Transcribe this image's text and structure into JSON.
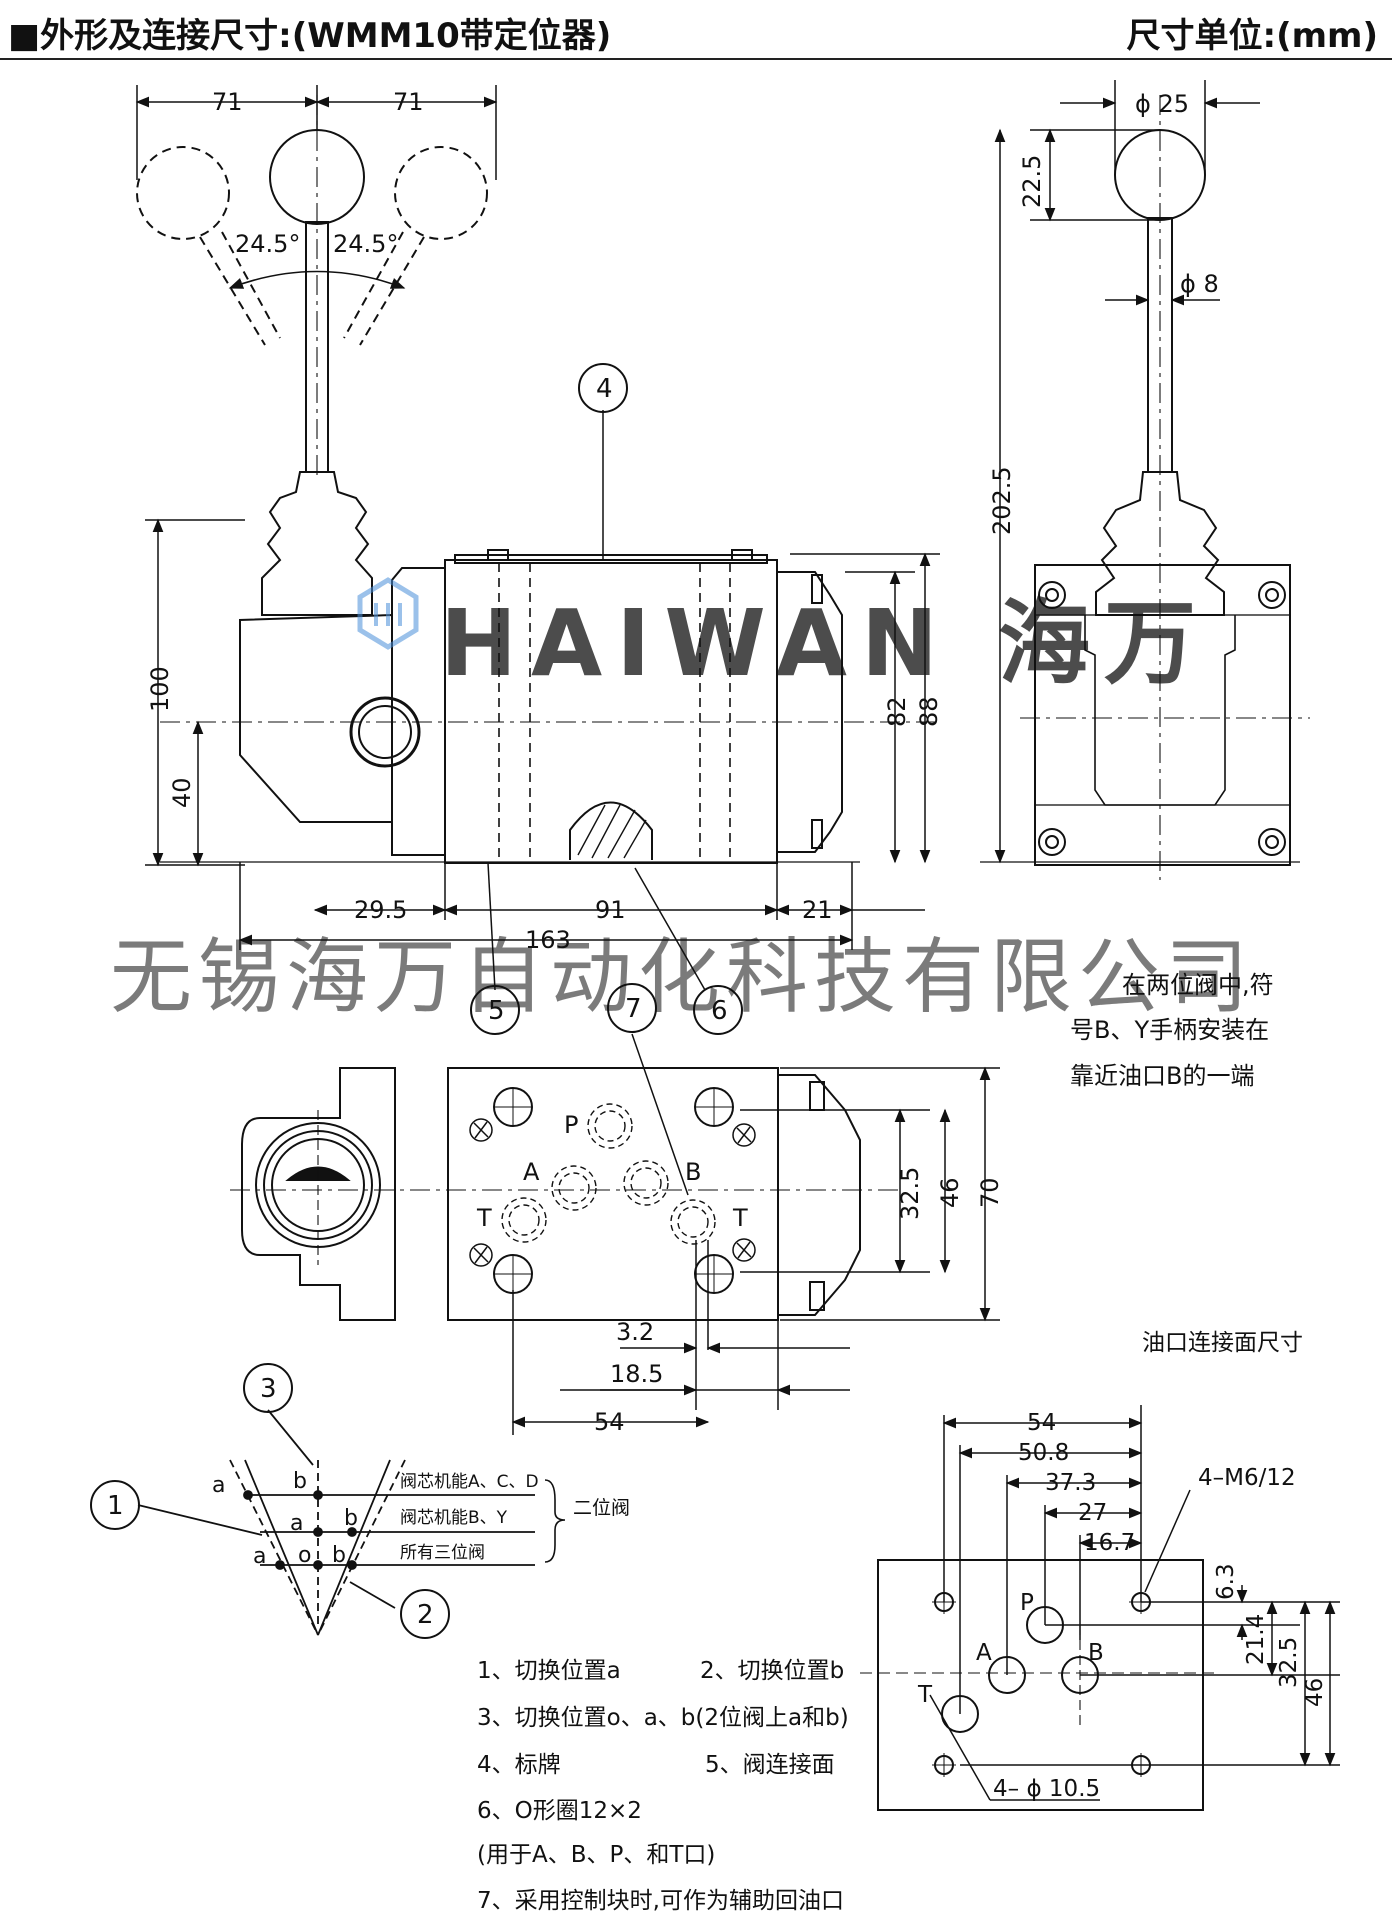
{
  "header": {
    "title": "■外形及连接尺寸:(WMM10带定位器)",
    "unit": "尺寸单位:(mm)"
  },
  "watermark": {
    "brand": "HAIWAN 海万",
    "company": "无锡海万自动化科技有限公司"
  },
  "front_view": {
    "dim_left": "71",
    "dim_right": "71",
    "angle_left": "24.5°",
    "angle_right": "24.5°",
    "height_total": "100",
    "height_center": "40",
    "height_82": "82",
    "height_88": "88",
    "width_29_5": "29.5",
    "width_91": "91",
    "width_21": "21",
    "width_163": "163",
    "callout_4": "4",
    "callout_5": "5",
    "callout_6": "6",
    "callout_7": "7"
  },
  "side_view": {
    "dia_25": "ϕ 25",
    "dim_22_5": "22.5",
    "dia_8": "ϕ 8",
    "height_202_5": "202.5"
  },
  "note_b_y": [
    "在两位阀中,符",
    "号B、Y手柄安装在",
    "靠近油口B的一端"
  ],
  "top_view": {
    "port_p": "P",
    "port_a": "A",
    "port_b": "B",
    "port_t_left": "T",
    "port_t_right": "T",
    "dim_32_5": "32.5",
    "dim_46": "46",
    "dim_70": "70",
    "dim_3_2": "3.2",
    "dim_18_5": "18.5",
    "dim_54": "54"
  },
  "position_diagram": {
    "callout_1": "1",
    "callout_2": "2",
    "callout_3": "3",
    "row1_left": "a",
    "row1_mid": "b",
    "row2_left": "a",
    "row2_right": "b",
    "row3_a": "a",
    "row3_o": "o",
    "row3_b": "b",
    "label_1": "阀芯机能A、C、D",
    "label_2": "阀芯机能B、Y",
    "label_3": "所有三位阀",
    "bracket_label": "二位阀"
  },
  "port_face": {
    "title": "油口连接面尺寸",
    "dim_54": "54",
    "dim_50_8": "50.8",
    "dim_37_3": "37.3",
    "dim_27": "27",
    "dim_16_7": "16.7",
    "thread": "4–M6/12",
    "dim_6_3": "6.3",
    "dim_21_4": "21.4",
    "dim_32_5": "32.5",
    "dim_46": "46",
    "port_p": "P",
    "port_a": "A",
    "port_b": "B",
    "port_t": "T",
    "hole": "4– ϕ 10.5"
  },
  "legend": {
    "item1": "1、切换位置a",
    "item2": "2、切换位置b",
    "item3": "3、切换位置o、a、b(2位阀上a和b)",
    "item4": "4、标牌",
    "item5": "5、阀连接面",
    "item6": "6、O形圈12×2",
    "item6_note": "(用于A、B、P、和T口)",
    "item7": "7、采用控制块时,可作为辅助回油口"
  }
}
